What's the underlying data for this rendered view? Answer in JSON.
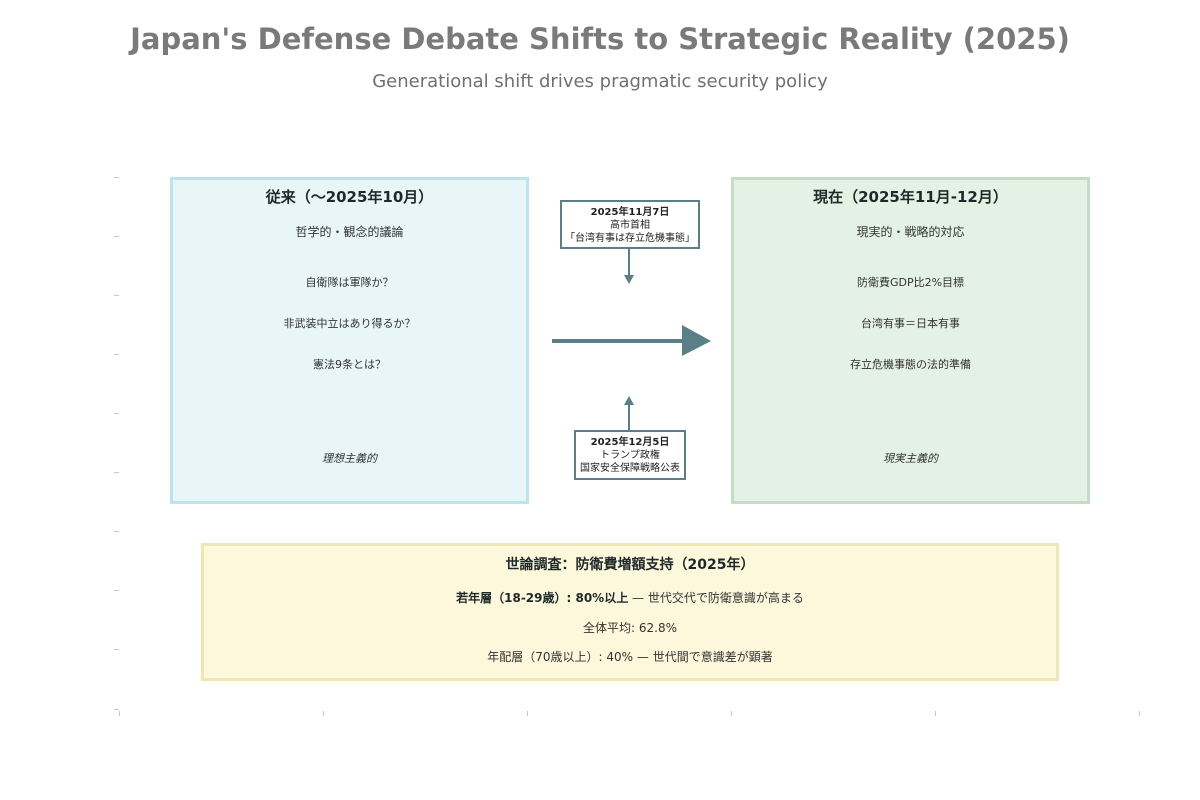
{
  "header": {
    "title": "Japan's Defense Debate Shifts to Strategic Reality (2025)",
    "subtitle": "Generational shift drives pragmatic security policy"
  },
  "left_panel": {
    "heading": "従来（〜2025年10月）",
    "subheading": "哲学的・観念的議論",
    "items": [
      "自衛隊は軍隊か？",
      "非武装中立はあり得るか？",
      "憲法9条とは？"
    ],
    "tag": "理想主義的"
  },
  "right_panel": {
    "heading": "現在（2025年11月-12月）",
    "subheading": "現実的・戦略的対応",
    "items": [
      "防衛費GDP比2%目標",
      "台湾有事＝日本有事",
      "存立危機事態の法的準備"
    ],
    "tag": "現実主義的"
  },
  "events": [
    {
      "date": "2025年11月7日",
      "actor": "高市首相",
      "detail": "「台湾有事は存立危機事態」"
    },
    {
      "date": "2025年12月5日",
      "actor": "トランプ政権",
      "detail": "国家安全保障戦略公表"
    }
  ],
  "poll": {
    "title": "世論調査：防衛費増額支持（2025年）",
    "youth_label": "若年層（18-29歳）: 80%以上",
    "youth_note": " — 世代交代で防衛意識が高まる",
    "average": "全体平均: 62.8%",
    "elderly": "年配層（70歳以上）: 40% — 世代間で意識差が顕著"
  },
  "colors": {
    "left_fill": "#e8f6f8",
    "left_border": "#bde4ec",
    "right_fill": "#e3f2e4",
    "right_border": "#c3ddc9",
    "poll_fill": "#fdf7dc",
    "poll_border": "#f1e6b6",
    "arrow": "#5a7f86"
  }
}
